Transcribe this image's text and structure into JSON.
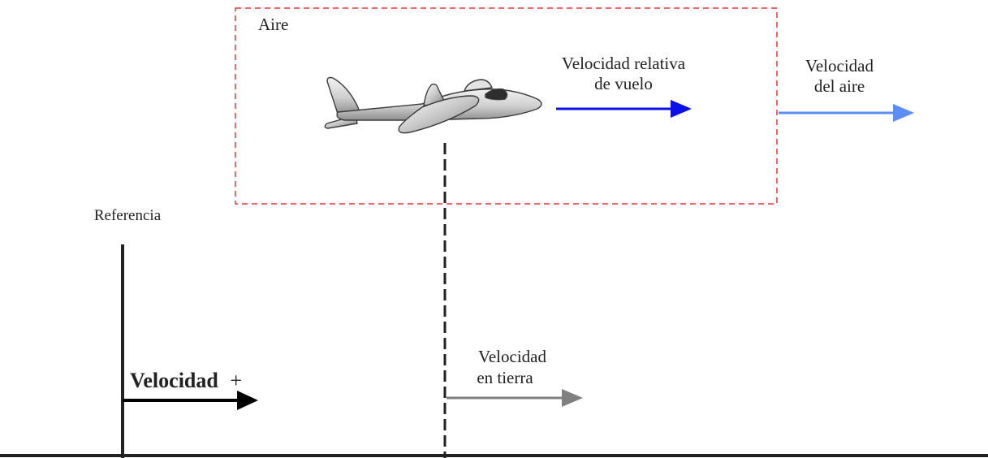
{
  "air_box": {
    "label": "Aire",
    "color": "#e8353a"
  },
  "airplane": {
    "icon": "airplane-icon"
  },
  "relative_velocity": {
    "line1": "Velocidad relativa",
    "line2": "de vuelo",
    "color": "#0a10e8"
  },
  "air_velocity": {
    "line1": "Velocidad",
    "line2": "del aire",
    "color": "#5b8df2"
  },
  "reference": {
    "label": "Referencia"
  },
  "positive_velocity": {
    "label": "Velocidad",
    "sign": "+",
    "color": "#000000"
  },
  "ground_velocity": {
    "line1": "Velocidad",
    "line2": "en tierra",
    "color": "#808080"
  }
}
